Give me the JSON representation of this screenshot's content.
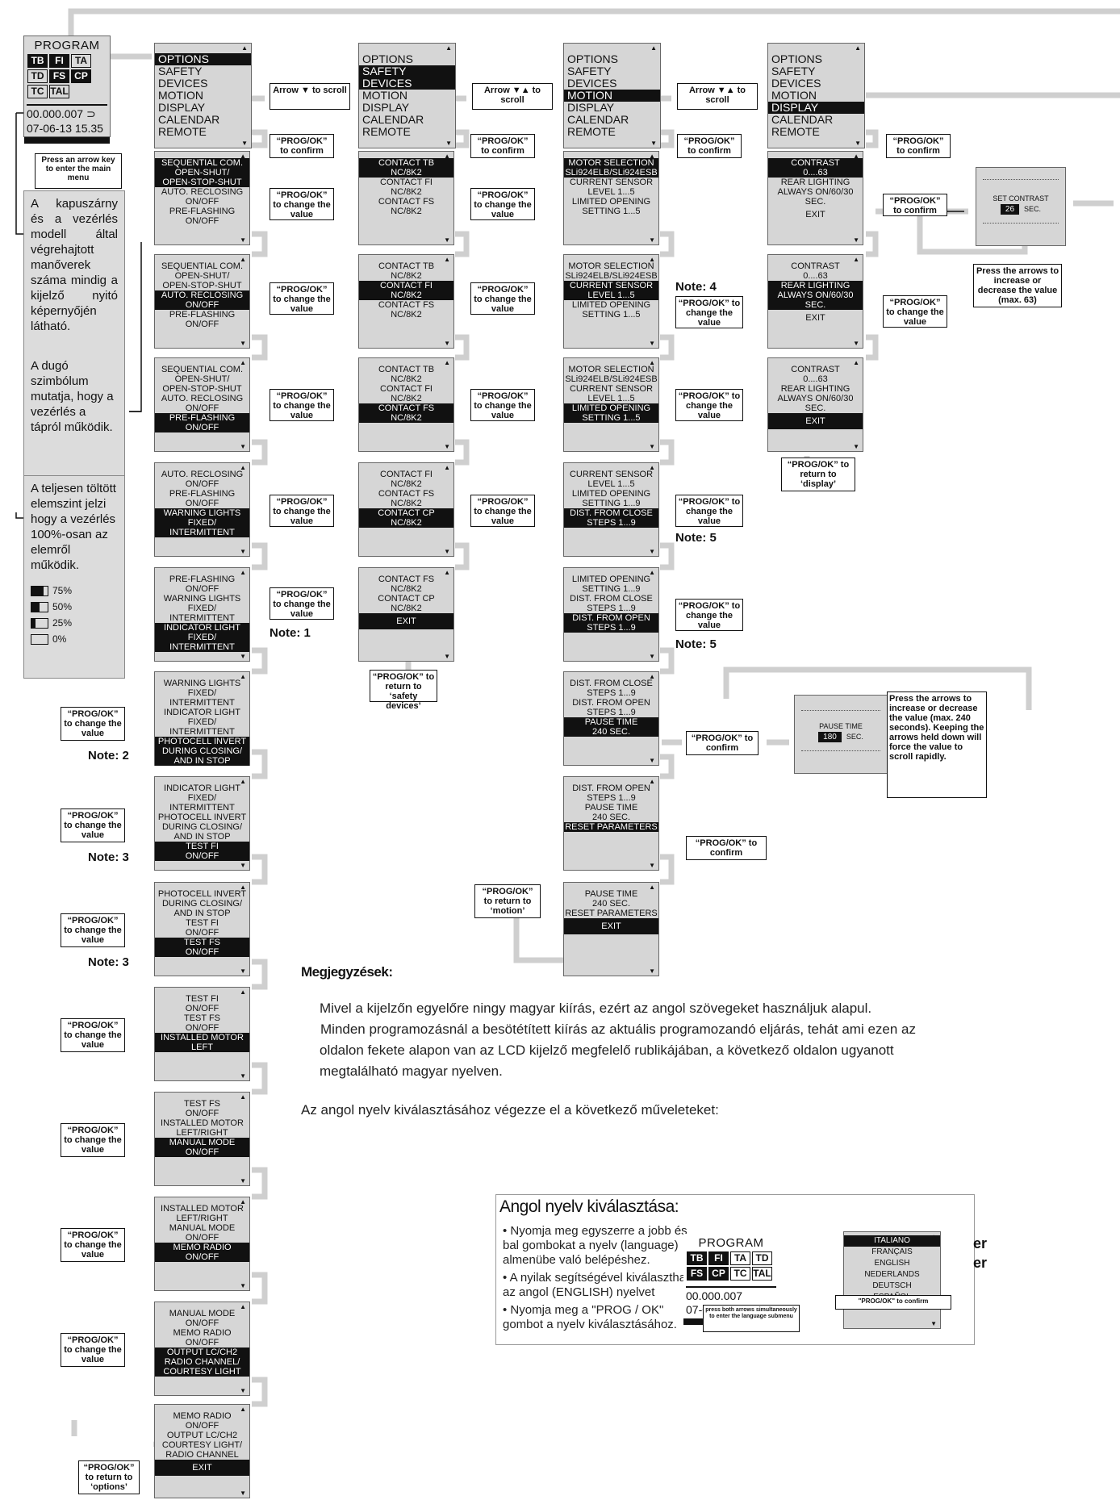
{
  "program_box": {
    "title": "PROGRAM",
    "codes": [
      {
        "label": "TB",
        "on": true
      },
      {
        "label": "FI",
        "on": true
      },
      {
        "label": "TA",
        "on": false
      },
      {
        "label": "TD",
        "on": false
      },
      {
        "label": "FS",
        "on": true
      },
      {
        "label": "CP",
        "on": true
      },
      {
        "label": "TC",
        "on": false
      },
      {
        "label": "TAL",
        "on": false
      }
    ],
    "counter": "00.000.007",
    "datetime": "07-06-13   15.35"
  },
  "intro_note": "Press an arrow key to enter the main menu",
  "main_menu": [
    "OPTIONS",
    "SAFETY DEVICES",
    "MOTION",
    "DISPLAY",
    "CALENDAR",
    "REMOTE"
  ],
  "arrow_notes": {
    "scroll_down": "Arrow ▼ to scroll",
    "scroll_updown": "Arrow ▼▲ to scroll",
    "scroll_updown2": "Arrow ▼▲ to scroll",
    "prog_confirm": "“PROG/OK” to confirm",
    "prog_change": "“PROG/OK” to change the value",
    "return_options": "“PROG/OK” to return to ‘options’",
    "return_safety": "“PROG/OK” to return to ‘safety devices’",
    "return_motion": "“PROG/OK” to return to ‘motion’",
    "return_display": "“PROG/OK” to return to ‘display’",
    "contrast_hint": "Press the arrows to increase or decrease the value (max. 63)",
    "pause_hint": "Press the arrows to increase or decrease the value (max. 240 seconds). Keeping the arrows held down will force the value to scroll rapidly."
  },
  "notes": {
    "n1": "Note: 1",
    "n2": "Note: 2",
    "n3": "Note: 3",
    "n4": "Note: 4",
    "n5": "Note: 5"
  },
  "hu_panel": {
    "p1": "A kapuszárny és a vezérlés modell által végrehajtott manőverek száma mindig a kijelző nyitó képernyőjén látható.",
    "p2": "A dugó szimbólum mutatja, hogy a vezérlés a tápról működik.",
    "p3": "A teljesen töltött elemszint jelzi hogy a vezérlés 100%-osan az elemről működik.",
    "levels": [
      "75%",
      "50%",
      "25%",
      "0%"
    ]
  },
  "options_screens": [
    [
      "SEQUENTIAL COM.",
      "OPEN-SHUT/",
      "OPEN-STOP-SHUT",
      "AUTO. RECLOSING",
      "ON/OFF",
      "PRE-FLASHING",
      "ON/OFF"
    ],
    [
      "SEQUENTIAL COM.",
      "OPEN-SHUT/",
      "OPEN-STOP-SHUT",
      "AUTO. RECLOSING",
      "ON/OFF",
      "PRE-FLASHING",
      "ON/OFF"
    ],
    [
      "SEQUENTIAL COM.",
      "OPEN-SHUT/",
      "OPEN-STOP-SHUT",
      "AUTO. RECLOSING",
      "ON/OFF",
      "PRE-FLASHING",
      "ON/OFF"
    ],
    [
      "AUTO. RECLOSING",
      "ON/OFF",
      "PRE-FLASHING",
      "ON/OFF",
      "WARNING LIGHTS",
      "FIXED/",
      "INTERMITTENT"
    ],
    [
      "PRE-FLASHING",
      "ON/OFF",
      "WARNING LIGHTS",
      "FIXED/",
      "INTERMITTENT",
      "INDICATOR LIGHT",
      "FIXED/",
      "INTERMITTENT"
    ],
    [
      "WARNING LIGHTS",
      "FIXED/",
      "INTERMITTENT",
      "INDICATOR LIGHT",
      "FIXED/",
      "INTERMITTENT",
      "PHOTOCELL INVERT",
      "DURING CLOSING/",
      "AND IN STOP"
    ],
    [
      "INDICATOR LIGHT",
      "FIXED/",
      "INTERMITTENT",
      "PHOTOCELL INVERT",
      "DURING CLOSING/",
      "AND IN STOP",
      "TEST FI",
      "ON/OFF"
    ],
    [
      "PHOTOCELL INVERT",
      "DURING CLOSING/",
      "AND IN STOP",
      "TEST FI",
      "ON/OFF",
      "TEST FS",
      "ON/OFF"
    ],
    [
      "TEST FI",
      "ON/OFF",
      "TEST FS",
      "ON/OFF",
      "INSTALLED MOTOR",
      "LEFT"
    ],
    [
      "TEST FS",
      "ON/OFF",
      "INSTALLED MOTOR",
      "LEFT/RIGHT",
      "MANUAL MODE",
      "ON/OFF"
    ],
    [
      "INSTALLED MOTOR",
      "LEFT/RIGHT",
      "MANUAL MODE",
      "ON/OFF",
      "MEMO RADIO",
      "ON/OFF"
    ],
    [
      "MANUAL MODE",
      "ON/OFF",
      "MEMO RADIO",
      "ON/OFF",
      "OUTPUT LC/CH2",
      "RADIO CHANNEL/",
      "COURTESY LIGHT"
    ],
    [
      "MEMO RADIO",
      "ON/OFF",
      "OUTPUT LC/CH2",
      "COURTESY LIGHT/",
      "RADIO CHANNEL",
      "EXIT"
    ]
  ],
  "safety_screens": [
    [
      "CONTACT TB",
      "NC/8K2",
      "CONTACT FI",
      "NC/8K2",
      "CONTACT FS",
      "NC/8K2"
    ],
    [
      "CONTACT TB",
      "NC/8K2",
      "CONTACT FI",
      "NC/8K2",
      "CONTACT FS",
      "NC/8K2"
    ],
    [
      "CONTACT TB",
      "NC/8K2",
      "CONTACT FI",
      "NC/8K2",
      "CONTACT FS",
      "NC/8K2"
    ],
    [
      "CONTACT FI",
      "NC/8K2",
      "CONTACT FS",
      "NC/8K2",
      "CONTACT CP",
      "NC/8K2"
    ],
    [
      "CONTACT FS",
      "NC/8K2",
      "CONTACT CP",
      "NC/8K2",
      "EXIT"
    ]
  ],
  "motion_screens": [
    [
      "MOTOR SELECTION",
      "SLi924ELB/SLi924ESB",
      "CURRENT SENSOR",
      "LEVEL 1...5",
      "LIMITED OPENING",
      "SETTING 1...5"
    ],
    [
      "MOTOR SELECTION",
      "SLi924ELB/SLi924ESB",
      "CURRENT SENSOR",
      "LEVEL 1...5",
      "LIMITED OPENING",
      "SETTING 1...5"
    ],
    [
      "MOTOR SELECTION",
      "SLi924ELB/SLi924ESB",
      "CURRENT SENSOR",
      "LEVEL 1...5",
      "LIMITED OPENING",
      "SETTING 1...5"
    ],
    [
      "CURRENT SENSOR",
      "LEVEL 1...5",
      "LIMITED OPENING",
      "SETTING 1...9",
      "DIST. FROM CLOSE",
      "STEPS 1...9"
    ],
    [
      "LIMITED OPENING",
      "SETTING 1...9",
      "DIST. FROM CLOSE",
      "STEPS 1...9",
      "DIST. FROM OPEN",
      "STEPS 1...9"
    ],
    [
      "DIST. FROM CLOSE",
      "STEPS 1...9",
      "DIST. FROM OPEN",
      "STEPS 1...9",
      "PAUSE TIME",
      "240 SEC."
    ],
    [
      "DIST. FROM OPEN",
      "STEPS 1...9",
      "PAUSE TIME",
      "240 SEC.",
      "RESET PARAMETERS"
    ],
    [
      "PAUSE TIME",
      "240 SEC.",
      "RESET PARAMETERS",
      "EXIT"
    ]
  ],
  "display_screens": [
    [
      "CONTRAST",
      "0....63",
      "REAR LIGHTING",
      "ALWAYS ON/60/30 SEC.",
      "EXIT"
    ],
    [
      "CONTRAST",
      "0....63",
      "REAR LIGHTING",
      "ALWAYS ON/60/30 SEC.",
      "EXIT"
    ],
    [
      "CONTRAST",
      "0....63",
      "REAR LIGHTING",
      "ALWAYS ON/60/30 SEC.",
      "EXIT"
    ]
  ],
  "contrast_setting": {
    "label": "SET CONTRAST",
    "value": "26",
    "unit": "SEC."
  },
  "pause_setting": {
    "label": "PAUSE TIME",
    "value": "180",
    "unit": "SEC."
  },
  "text_section": {
    "heading": "Megjegyzések:",
    "para1": "Mivel a kijelzőn egyelőre ningy magyar kiírás, ezért az angol szövegeket használjuk alapul.",
    "para2": "Minden programozásnál a besötétített kiírás az aktuális programozandó  eljárás, tehát ami ezen az",
    "para3": "oldalon fekete alapon van az LCD kijelző  megfelelő  rublikájában, a következő  oldalon ugyanott",
    "para4": "megtalálható magyar nyelven.",
    "para5": "Az angol nyelv kiválasztásához végezze el a következő  műveleteket:"
  },
  "lang_panel": {
    "title": "Angol nyelv kiválasztása:",
    "step1": "• Nyomja meg egyszerre a jobb és bal gombokat a nyelv (language) almenübe való belépéshez.",
    "step2": "• A nyilak segítségével kiválaszthatja az angol (ENGLISH) nyelvet",
    "step3": "• Nyomja meg a \"PROG / OK\" gombot a nyelv kiválasztásához.",
    "enter_note": "press both arrows simultaneously to enter the language submenu",
    "confirm_note": "\"PROG/OK\" to confirm",
    "languages": [
      "ITALIANO",
      "FRANÇAIS",
      "ENGLISH",
      "NEDERLANDS",
      "DEUTSCH",
      "ESPAÑOL"
    ],
    "side_text": "er"
  }
}
